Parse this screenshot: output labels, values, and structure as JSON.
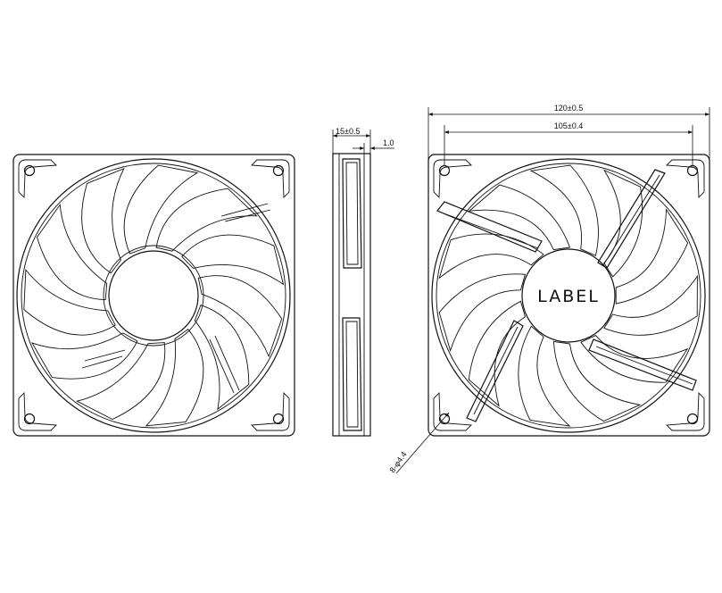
{
  "dimensions": {
    "overall_width": "120±0.5",
    "hole_spacing": "105±0.4",
    "thickness": "15±0.5",
    "flange": "1.0",
    "holes": "8-φ4.4"
  },
  "label_text": "LABEL"
}
